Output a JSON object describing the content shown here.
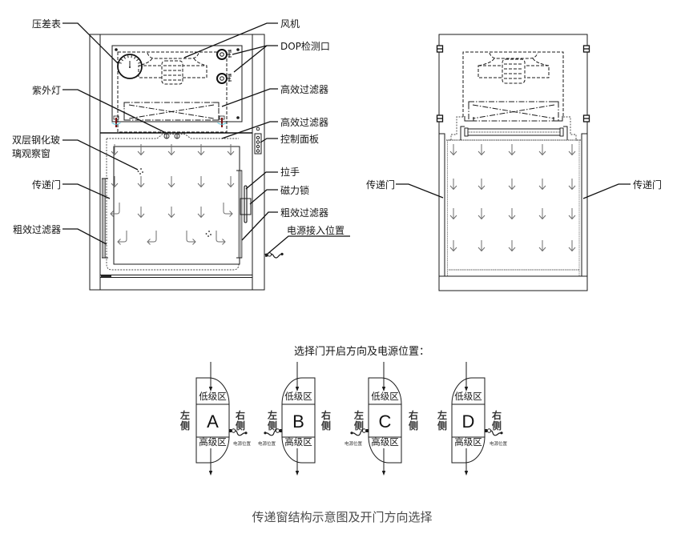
{
  "front_view": {
    "callouts_left": {
      "pressure_gauge": "压差表",
      "uv_lamp": "紫外灯",
      "glass_window": [
        "双层钢化玻",
        "璃观察窗"
      ],
      "transfer_door": "传递门",
      "primary_filter": "粗效过滤器"
    },
    "callouts_right": {
      "fan": "风机",
      "dop_test_port": "DOP检测口",
      "hepa_filter_upper": "高效过滤器",
      "hepa_filter_lower": "高效过滤器",
      "control_panel": "控制面板",
      "handle": "拉手",
      "magnetic_lock": "磁力锁",
      "primary_filter": "粗效过滤器",
      "power_inlet": "电源接入位置"
    }
  },
  "side_view": {
    "callouts": {
      "transfer_door_left": "传递门",
      "transfer_door_right": "传递门"
    }
  },
  "door_options": {
    "title": "选择门开启方向及电源位置：",
    "items": [
      {
        "letter": "A",
        "low_zone": "低级区",
        "high_zone": "高级区",
        "left_side": [
          "左",
          "侧"
        ],
        "right_side": [
          "右",
          "侧"
        ],
        "power_label": "电源位置",
        "power_side": "right",
        "low_zone_door_hinge": "left",
        "high_zone_door_hinge": "left"
      },
      {
        "letter": "B",
        "low_zone": "低级区",
        "high_zone": "高级区",
        "left_side": [
          "左",
          "侧"
        ],
        "right_side": [
          "右",
          "侧"
        ],
        "power_label": "电源位置",
        "power_side": "left",
        "low_zone_door_hinge": "right",
        "high_zone_door_hinge": "right"
      },
      {
        "letter": "C",
        "low_zone": "低级区",
        "high_zone": "高级区",
        "left_side": [
          "左",
          "侧"
        ],
        "right_side": [
          "右",
          "侧"
        ],
        "power_label": "电源位置",
        "power_side": "left",
        "low_zone_door_hinge": "left",
        "high_zone_door_hinge": "right"
      },
      {
        "letter": "D",
        "low_zone": "低级区",
        "high_zone": "高级区",
        "left_side": [
          "左",
          "侧"
        ],
        "right_side": [
          "右",
          "侧"
        ],
        "power_label": "电源位置",
        "power_side": "right",
        "low_zone_door_hinge": "right",
        "high_zone_door_hinge": "left"
      }
    ]
  },
  "caption": "传递窗结构示意图及开门方向选择"
}
